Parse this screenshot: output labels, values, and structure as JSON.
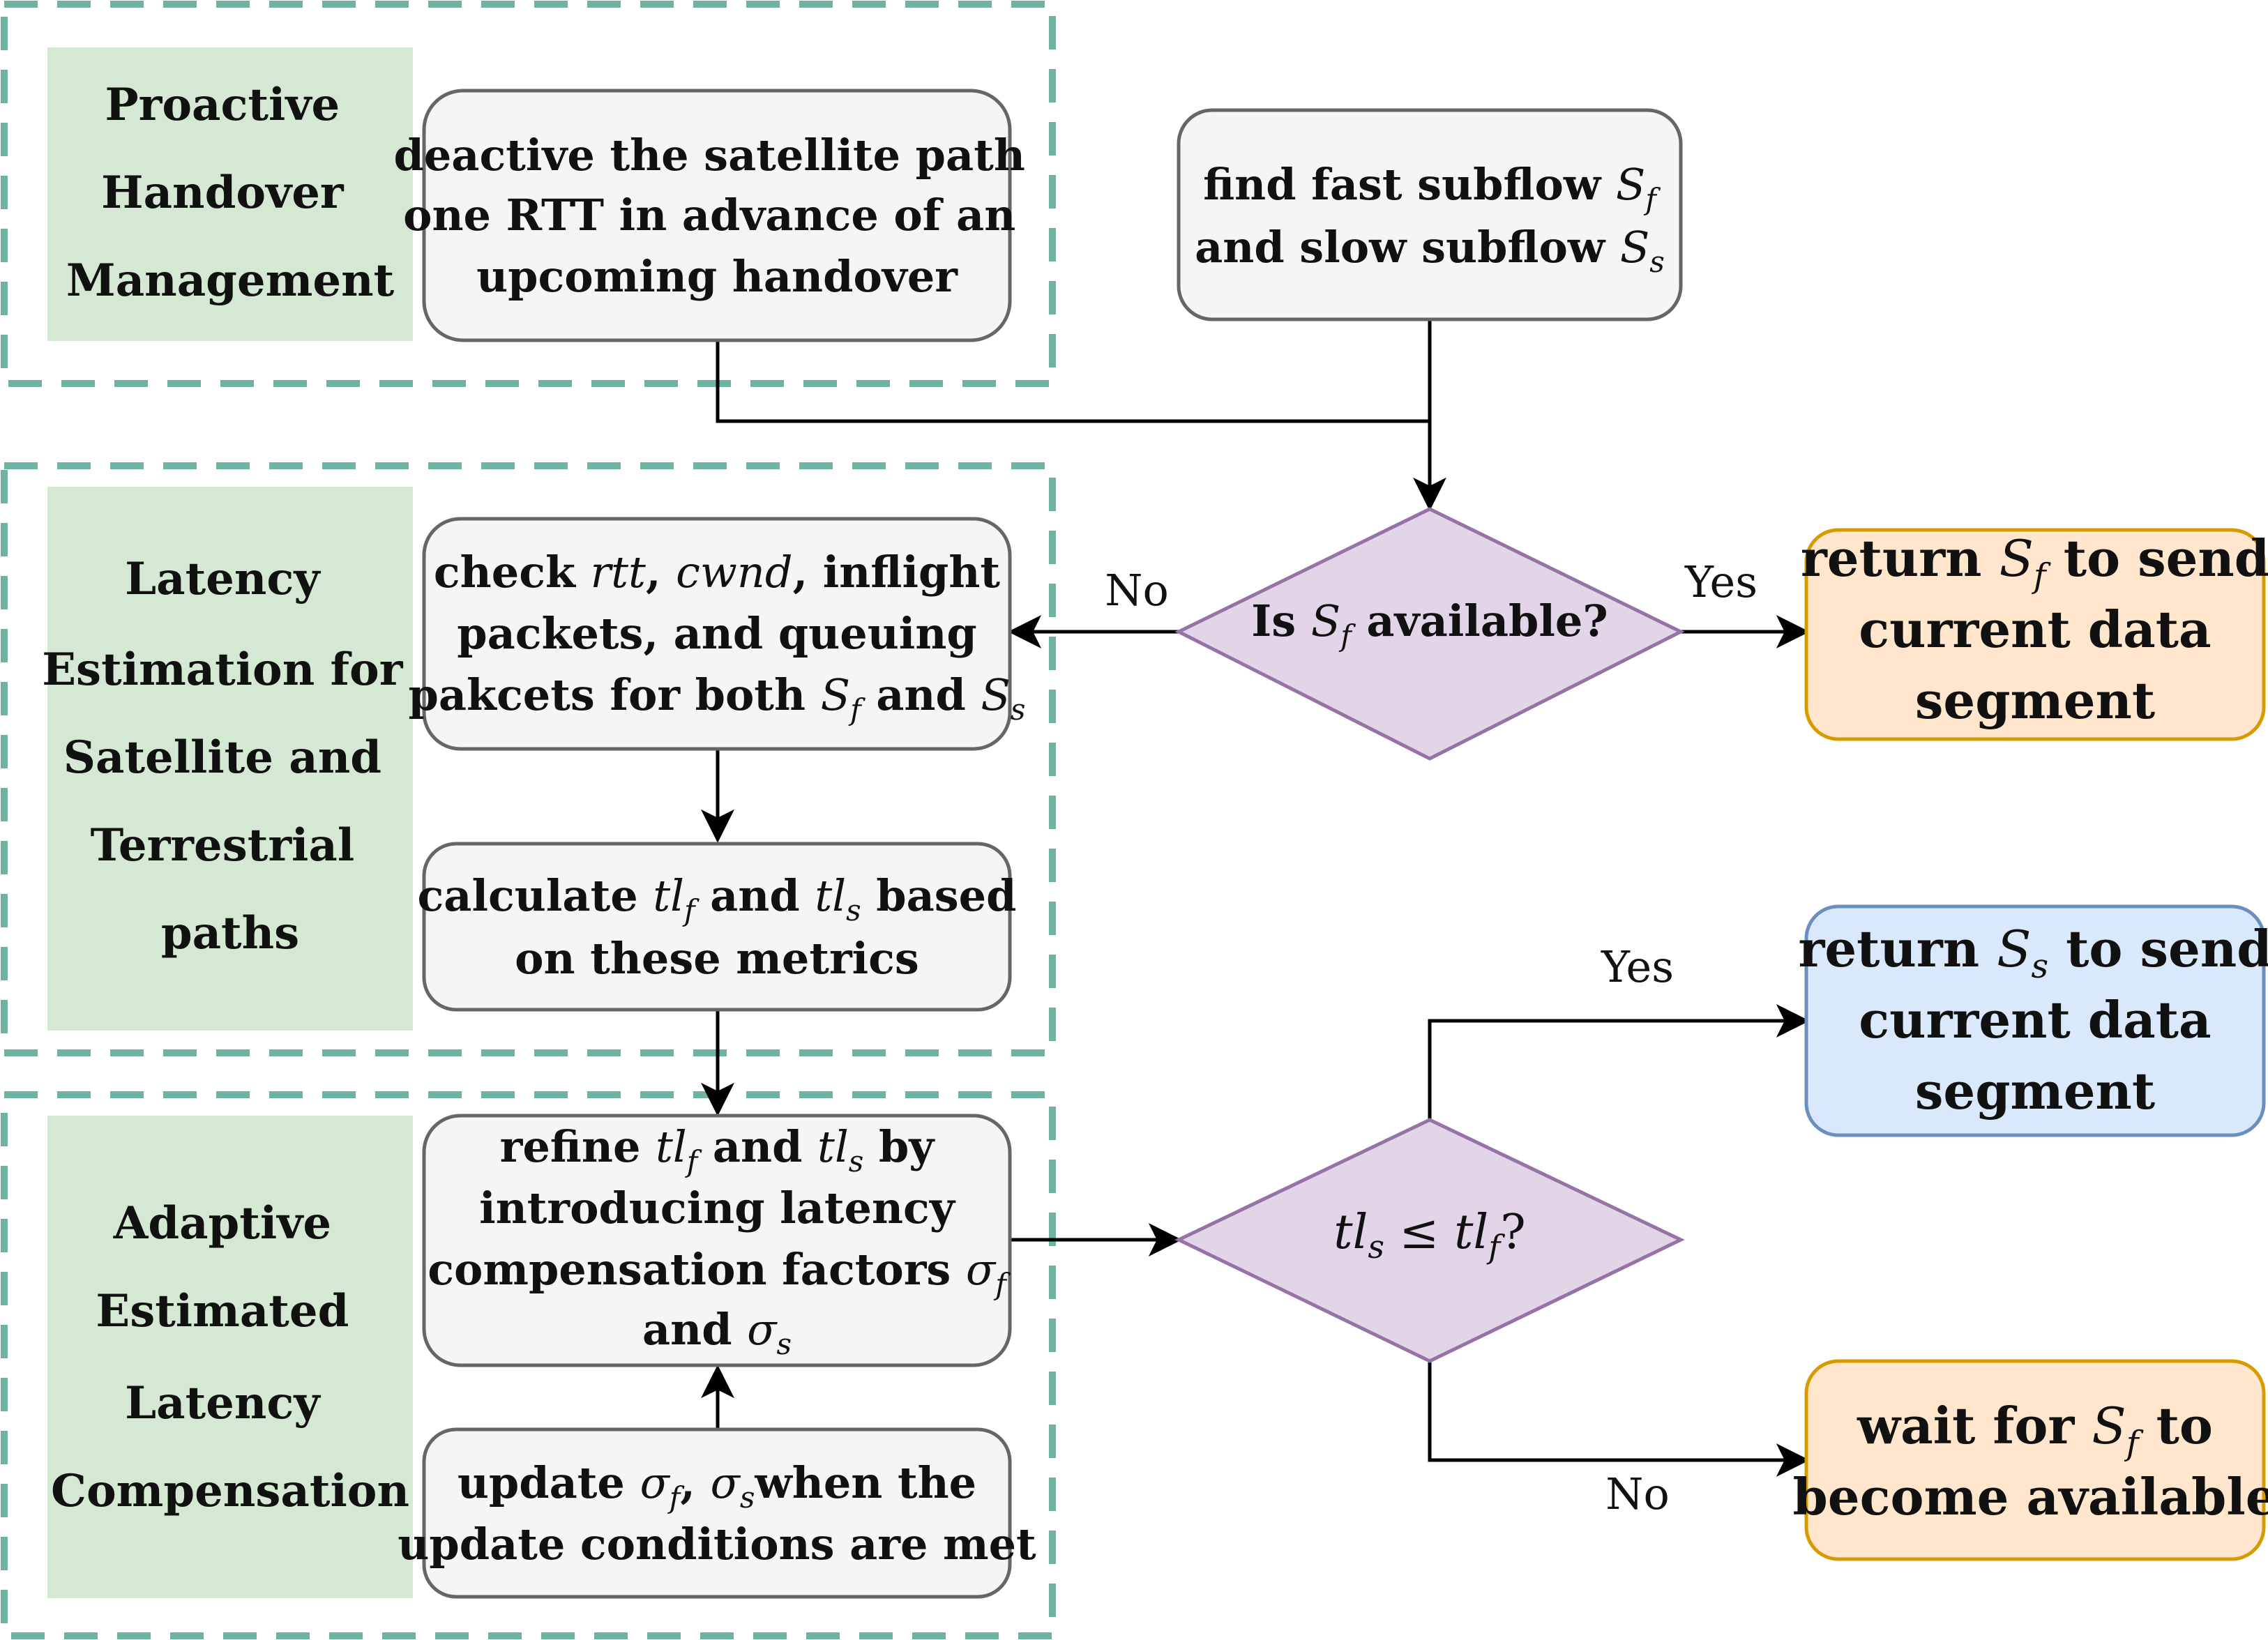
{
  "colors": {
    "group_border": "#6fb3a2",
    "label_fill": "#d5e8d4",
    "process_fill": "#f5f5f5",
    "process_stroke": "#666666",
    "decision_fill": "#e1d5e7",
    "decision_stroke": "#9673a6",
    "result_orange_fill": "#ffe6cc",
    "result_orange_stroke": "#d79b00",
    "result_blue_fill": "#dae8fc",
    "result_blue_stroke": "#6c8ebf",
    "arrow": "#000000"
  },
  "groups": {
    "proactive": [
      "Proactive",
      "Handover",
      "Management"
    ],
    "latency": [
      "Latency",
      "Estimation for",
      "Satellite and",
      "Terrestrial",
      "paths"
    ],
    "adaptive": [
      "Adaptive",
      "Estimated",
      "Latency",
      "Compensation"
    ]
  },
  "boxes": {
    "deactive": [
      "deactive the satellite path",
      "one RTT in advance of an",
      "upcoming handover"
    ],
    "find": {
      "l1a": "find fast subflow ",
      "l1m": "S",
      "l1s": "f",
      "l2a": "and slow subflow ",
      "l2m": "S",
      "l2s": "s"
    },
    "check": {
      "l1a": "check ",
      "l1m1": "rtt",
      "l1b": ", ",
      "l1m2": "cwnd",
      "l1c": ", inflight",
      "l2": "packets, and queuing",
      "l3a": "pakcets for both ",
      "l3m1": "S",
      "l3s1": "f",
      "l3b": " and ",
      "l3m2": "S",
      "l3s2": "s"
    },
    "calculate": {
      "l1a": "calculate ",
      "l1m1": "tl",
      "l1s1": "f",
      "l1b": " and ",
      "l1m2": "tl",
      "l1s2": "s",
      "l1c": " based",
      "l2": "on these metrics"
    },
    "refine": {
      "l1a": "refine ",
      "l1m1": "tl",
      "l1s1": "f",
      "l1b": " and ",
      "l1m2": "tl",
      "l1s2": "s",
      "l1c": " by",
      "l2": "introducing latency",
      "l3a": "compensation factors ",
      "l3m": "σ",
      "l3s": "f",
      "l4a": "and ",
      "l4m": "σ",
      "l4s": "s"
    },
    "update": {
      "l1a": "update ",
      "l1m1": "σ",
      "l1s1": "f",
      "l1b": ", ",
      "l1m2": "σ",
      "l1s2": "s",
      "l1c": "when the",
      "l2": "update conditions are met"
    }
  },
  "decisions": {
    "available": {
      "a": "Is ",
      "m": "S",
      "s": "f",
      "b": " available?"
    },
    "compare": {
      "m1": "tl",
      "s1": "s",
      "op": " ≤ ",
      "m2": "tl",
      "s2": "f",
      "q": "?"
    }
  },
  "results": {
    "return_fast": {
      "l1a": "return ",
      "l1m": "S",
      "l1s": "f",
      "l1b": " to send",
      "l2": "current data",
      "l3": "segment"
    },
    "return_slow": {
      "l1a": "return ",
      "l1m": "S",
      "l1s": "s",
      "l1b": " to send",
      "l2": "current data",
      "l3": "segment"
    },
    "wait": {
      "l1a": "wait for ",
      "l1m": "S",
      "l1s": "f",
      "l1b": " to",
      "l2": "become available"
    }
  },
  "edge_labels": {
    "available_no": "No",
    "available_yes": "Yes",
    "compare_yes": "Yes",
    "compare_no": "No"
  }
}
